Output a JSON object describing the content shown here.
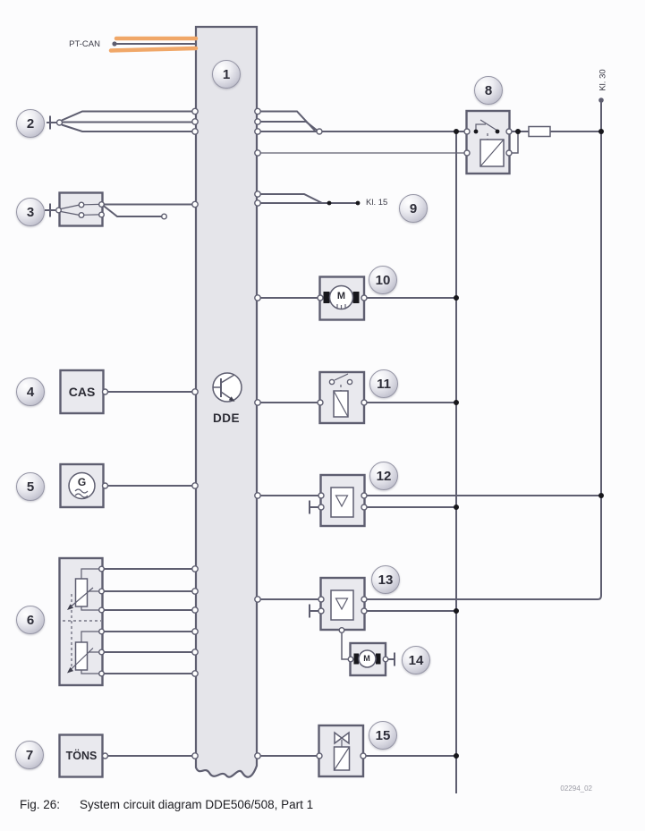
{
  "figure": {
    "fig_label": "Fig. 26:",
    "fig_title": "System circuit diagram DDE506/508, Part 1",
    "drawing_number": "02294_02"
  },
  "labels": {
    "pt_can": "PT-CAN",
    "kl_15": "Kl. 15",
    "kl_30": "Kl. 30",
    "dde": "DDE",
    "cas": "CAS",
    "generator": "G",
    "motor": "M",
    "tons": "TÖNS"
  },
  "badges": [
    "1",
    "2",
    "3",
    "4",
    "5",
    "6",
    "7",
    "8",
    "9",
    "10",
    "11",
    "12",
    "13",
    "14",
    "15"
  ],
  "colors": {
    "line": "#5e5e70",
    "box_fill": "#e9e9ee",
    "column_fill": "#e5e5ea",
    "can_orange": "#f0a768",
    "junction_dot": "#17171c"
  }
}
